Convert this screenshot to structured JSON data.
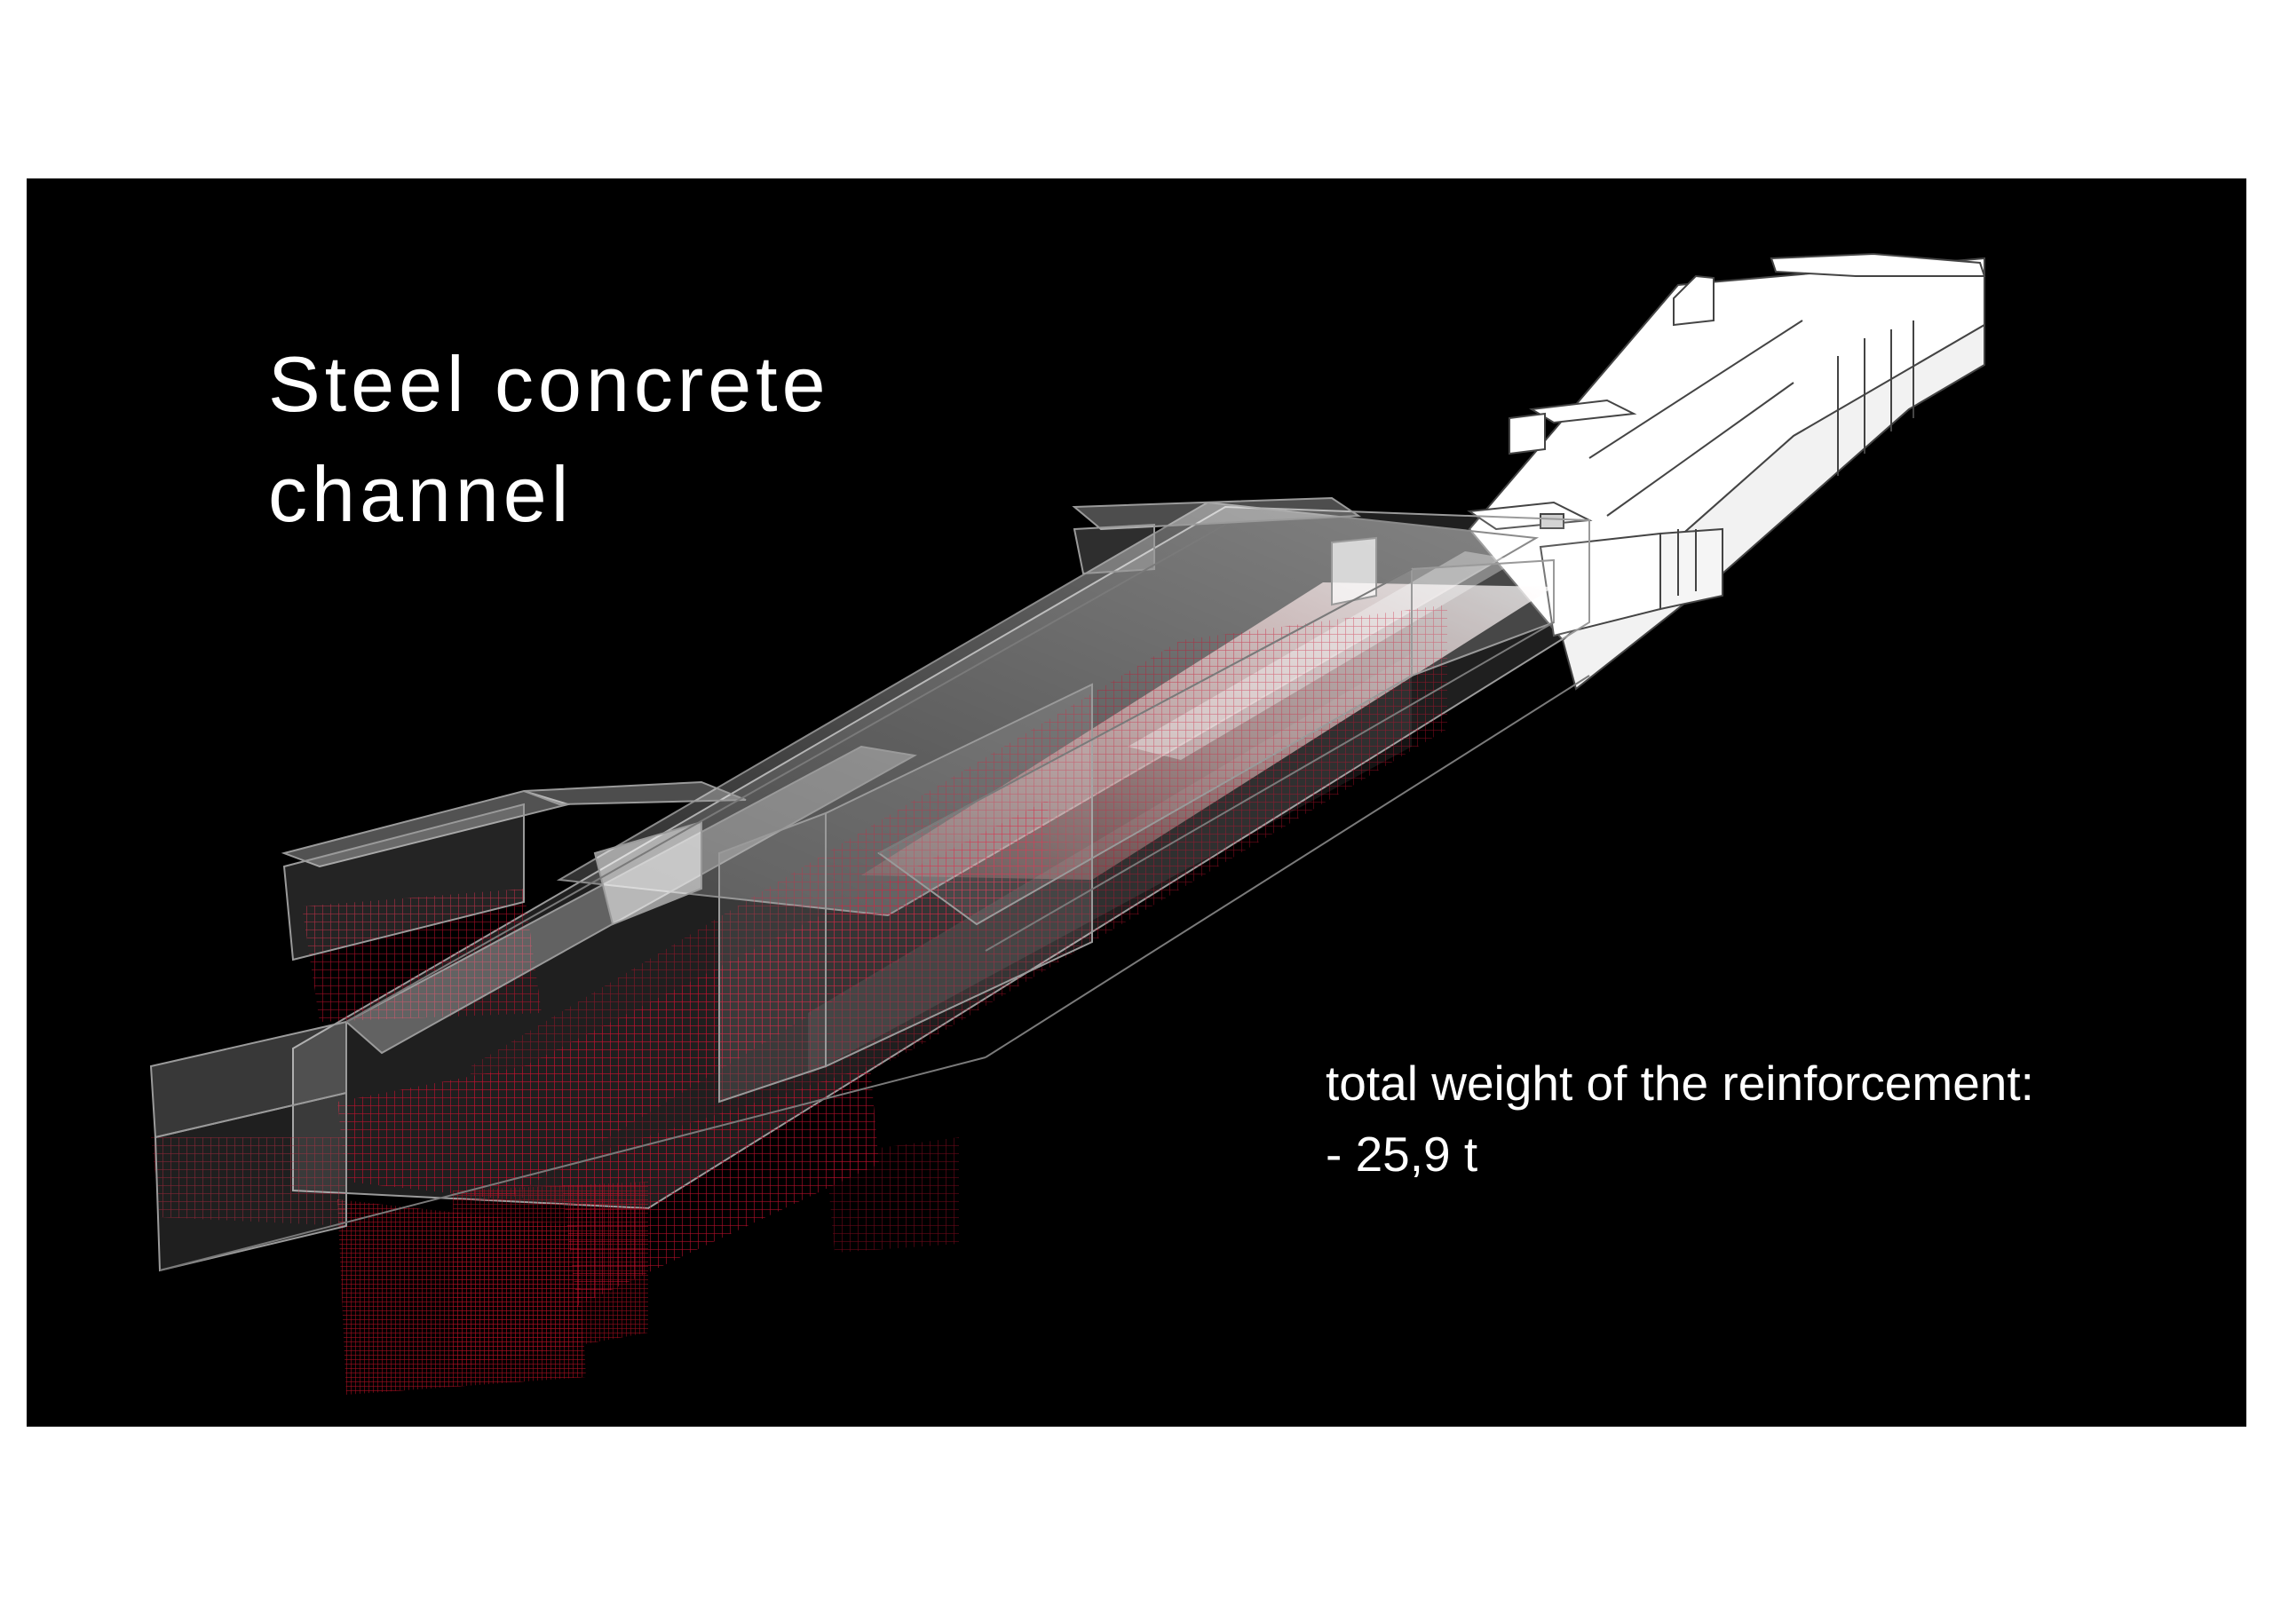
{
  "page": {
    "background": "#ffffff",
    "slide_background": "#000000"
  },
  "title": {
    "line1": "Steel concrete",
    "line2": "channel"
  },
  "caption": {
    "line1": "total weight of the reinforcement:",
    "line2": "- 25,9 t"
  },
  "colors": {
    "text": "#ffffff",
    "concrete": "#e8e8e8",
    "reinforcement": "#c8102e",
    "solid_block": "#ffffff",
    "outline": "#555555"
  }
}
